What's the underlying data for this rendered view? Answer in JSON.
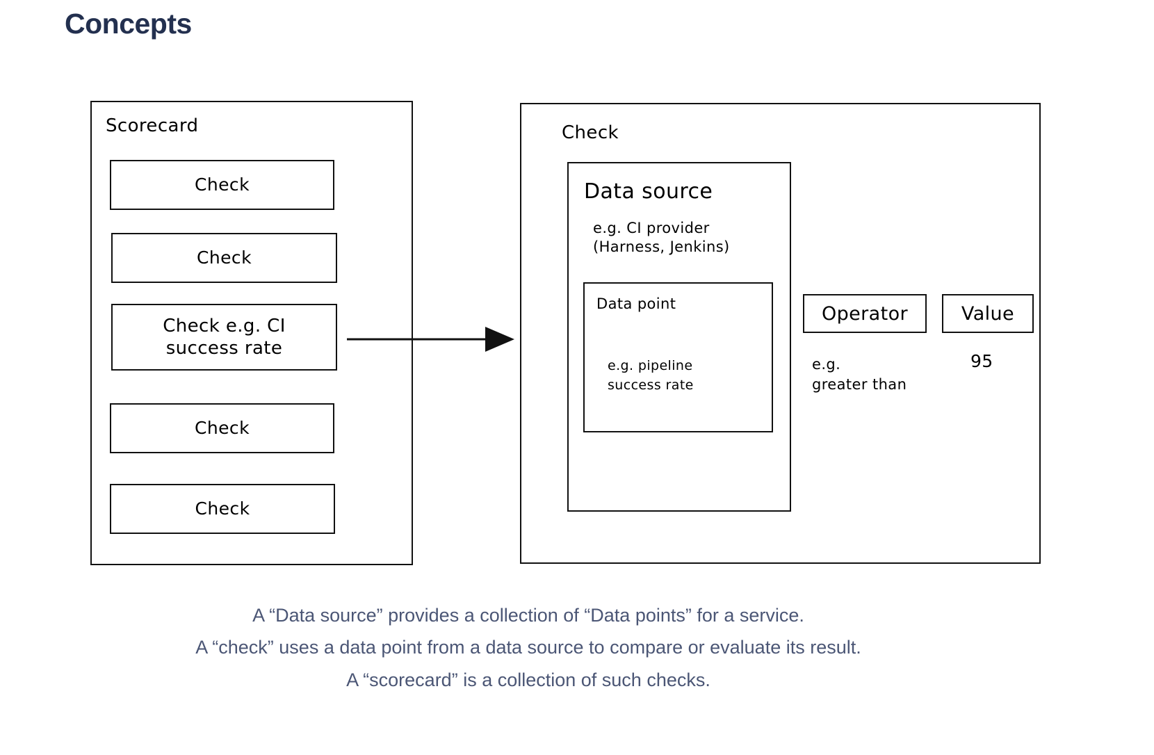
{
  "page": {
    "title": "Concepts",
    "title_color": "#23304f",
    "background": "#ffffff",
    "stroke_color": "#111111"
  },
  "scorecard": {
    "label": "Scorecard",
    "checks": [
      {
        "label": "Check"
      },
      {
        "label": "Check"
      },
      {
        "label": "Check e.g. CI\nsuccess rate"
      },
      {
        "label": "Check"
      },
      {
        "label": "Check"
      }
    ]
  },
  "arrow": {
    "name": "arrow-right",
    "from": "check-row-2",
    "to": "check-detail-box"
  },
  "check_detail": {
    "label": "Check",
    "data_source": {
      "title": "Data source",
      "note": "e.g. CI provider\n(Harness, Jenkins)",
      "data_point": {
        "title": "Data point",
        "note": "e.g. pipeline\nsuccess rate"
      }
    },
    "operator": {
      "label": "Operator",
      "note": "e.g.\ngreater than"
    },
    "value": {
      "label": "Value",
      "note": "95"
    }
  },
  "caption": {
    "color": "#4b5675",
    "lines": [
      "A “Data source” provides a collection of “Data points” for a service.",
      "A “check” uses a data point from a data source to compare or evaluate its result.",
      "A “scorecard” is a collection of such checks."
    ]
  }
}
